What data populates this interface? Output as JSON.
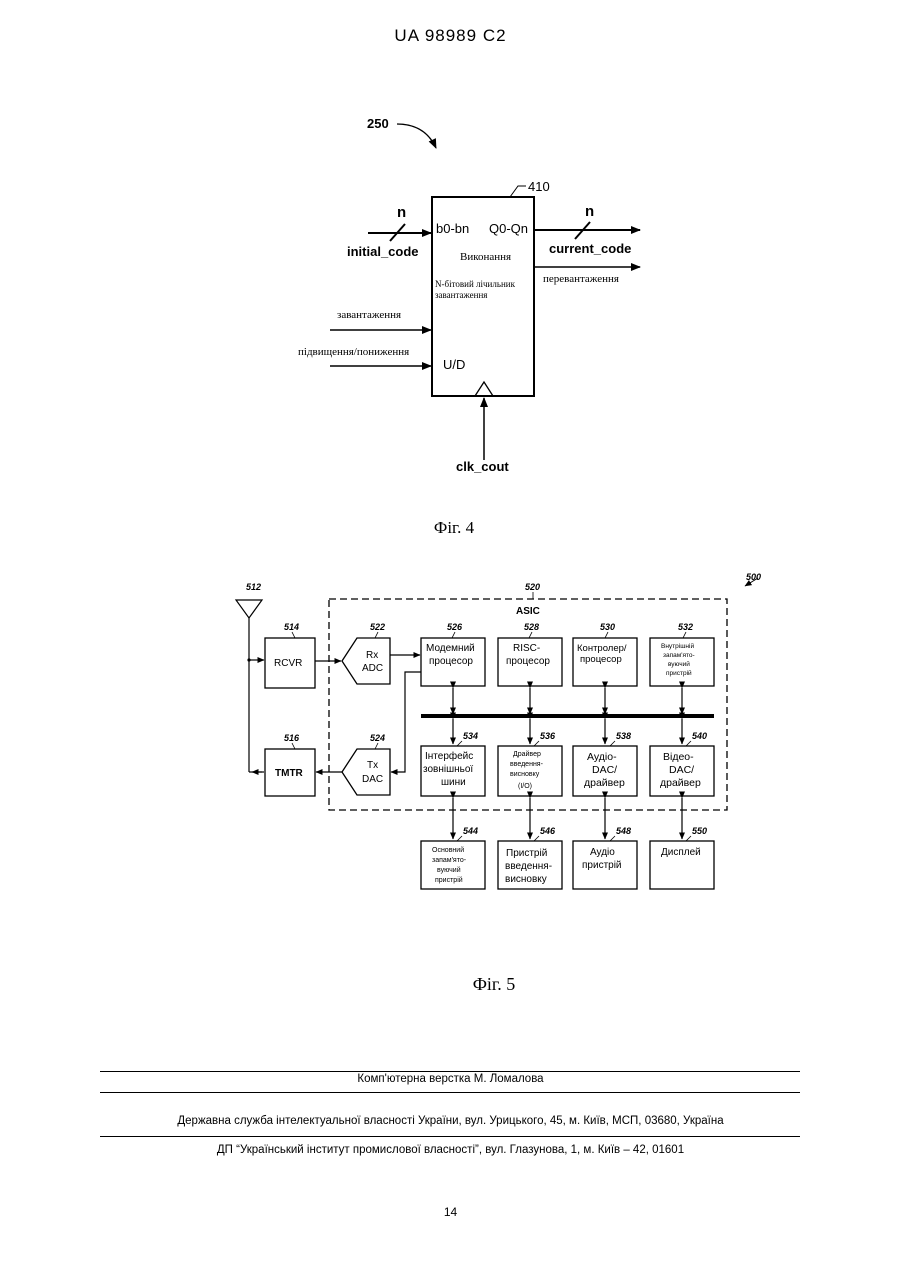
{
  "header": {
    "doc_id": "UA   98989   C2"
  },
  "fig4": {
    "ref_250": "250",
    "ref_410": "410",
    "n_in": "n",
    "n_out": "n",
    "pin_b": "b0-bn",
    "pin_q": "Q0-Qn",
    "pin_ud": "U/D",
    "initial_code": "initial_code",
    "current_code": "current_code",
    "block_title": "Виконання",
    "block_sub1": "N-бітовий лічильник",
    "block_sub2": "завантаження",
    "overflow": "перевантаження",
    "load": "завантаження",
    "updown": "підвищення/пониження",
    "clk": "clk_cout",
    "caption": "Фіг. 4"
  },
  "fig5": {
    "ref_500": "500",
    "ref_512": "512",
    "ref_514": "514",
    "rcvr": "RCVR",
    "ref_516": "516",
    "tmtr": "TMTR",
    "ref_520": "520",
    "asic": "ASIC",
    "ref_522": "522",
    "rx1": "Rx",
    "rx2": "ADC",
    "ref_524": "524",
    "tx1": "Tx",
    "tx2": "DAC",
    "ref_526": "526",
    "modem1": "Модемний",
    "modem2": "процесор",
    "ref_528": "528",
    "risc1": "RISC-",
    "risc2": "процесор",
    "ref_530": "530",
    "ctrl1": "Контролер/",
    "ctrl2": "процесор",
    "ref_532": "532",
    "intmem1": "Внутрішній",
    "intmem2": "запам'ято-",
    "intmem3": "вуючий",
    "intmem4": "пристрій",
    "ref_534": "534",
    "ext1": "Інтерфейс",
    "ext2": "зовнішньої",
    "ext3": "шини",
    "ref_536": "536",
    "io1": "Драйвер",
    "io2": "введення-",
    "io3": "висновку",
    "io4": "(I/O)",
    "ref_538": "538",
    "aud1": "Аудіо-",
    "aud2": "DAC/",
    "aud3": "драйвер",
    "ref_540": "540",
    "vid1": "Відео-",
    "vid2": "DAC/",
    "vid3": "драйвер",
    "ref_544": "544",
    "mm1": "Основний",
    "mm2": "запам'ято-",
    "mm3": "вуючий",
    "mm4": "пристрій",
    "ref_546": "546",
    "iod1": "Пристрій",
    "iod2": "введення-",
    "iod3": "висновку",
    "ref_548": "548",
    "ad1": "Аудіо",
    "ad2": "пристрій",
    "ref_550": "550",
    "disp": "Дисплей",
    "caption": "Фіг. 5"
  },
  "footer": {
    "line1": "Комп'ютерна верстка М. Ломалова",
    "line2": "Державна служба інтелектуальної власності України, вул. Урицького, 45, м. Київ, МСП, 03680, Україна",
    "line3": "ДП “Український інститут промислової власності”, вул. Глазунова, 1, м. Київ – 42, 01601",
    "page": "14"
  }
}
